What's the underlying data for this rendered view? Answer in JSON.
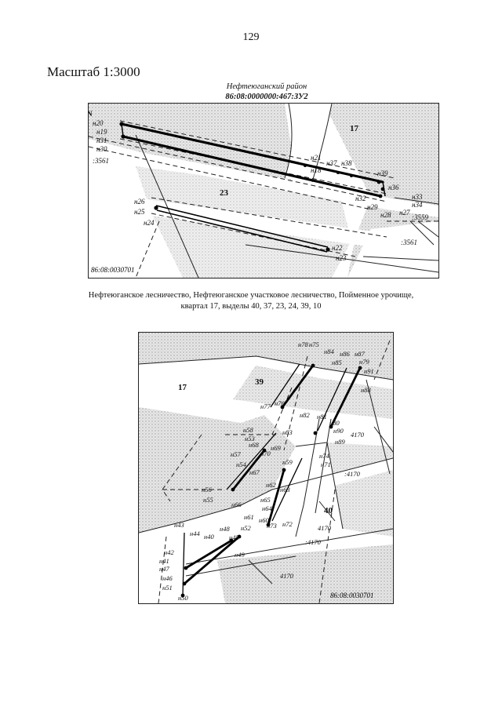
{
  "page_number": "129",
  "scale_label": "Масштаб 1:3000",
  "district_name": "Нефтеюганский район",
  "cadastral_title": "86:08:0000000:467:ЗУ2",
  "caption_line1": "Нефтеюганское лесничество, Нефтеюганское участковое лесничество, Пойменное урочище,",
  "caption_line2": "квартал 17, выделы 40, 37, 23, 24, 39, 10",
  "map1": {
    "north_label": "N",
    "block_label": "86:08:0030701",
    "parcels": [
      "17",
      "23"
    ],
    "cadastral_refs": [
      ":3561",
      ":3559",
      ":3561"
    ],
    "points": [
      "н20",
      "н19",
      "н31",
      "н30",
      "н21",
      "н18",
      "н37",
      "н38",
      "н39",
      "н36",
      "н33",
      "н34",
      "н32",
      "н29",
      "н27",
      "н28",
      "н26",
      "н25",
      "н24",
      "н22",
      "н23"
    ]
  },
  "map2": {
    "block_label": "86:08:0030701",
    "parcels": [
      "17",
      "39",
      "40"
    ],
    "cadastral_refs": [
      "4170",
      ":4170",
      "4170",
      ":4170",
      "4170"
    ],
    "points": [
      "н78",
      "н75",
      "н84",
      "н86",
      "н87",
      "н85",
      "н79",
      "н91",
      "н88",
      "н77",
      "н76",
      "н82",
      "н81",
      "н80",
      "н90",
      "н89",
      "н58",
      "н53",
      "н83",
      "н68",
      "н69",
      "н57",
      "н70",
      "н74",
      "н54",
      "н59",
      "н71",
      "н67",
      "н56",
      "н55",
      "н66",
      "н62",
      "н63",
      "н65",
      "н64",
      "н61",
      "н60",
      "н73",
      "н72",
      "н43",
      "н44",
      "н40",
      "н48",
      "н52",
      "н45",
      "н42",
      "н41",
      "н47",
      "н49",
      "н46",
      "н51",
      "н50"
    ]
  }
}
